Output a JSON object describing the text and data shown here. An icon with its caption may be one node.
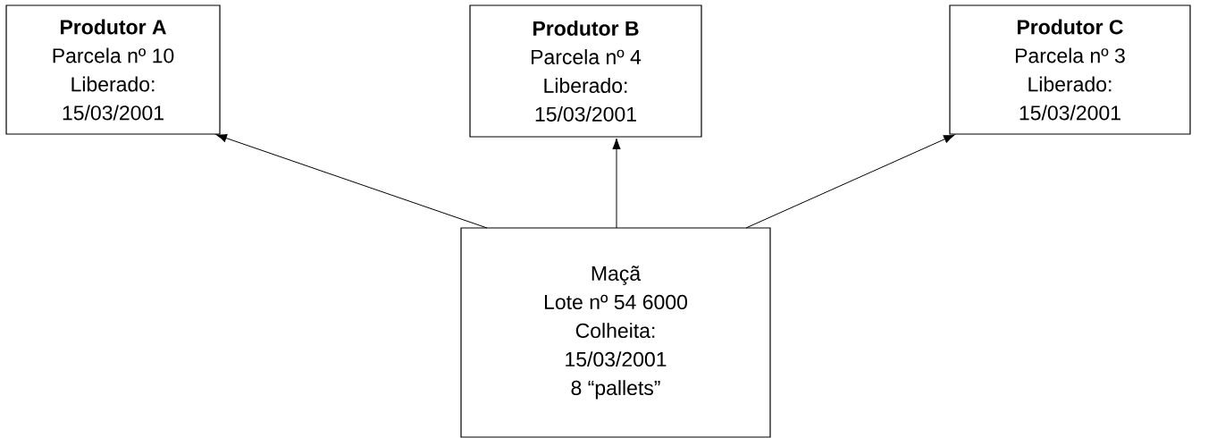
{
  "diagram": {
    "nodes": [
      {
        "text": [
          "Produtor A",
          "Parcela nº 10",
          "Liberado:",
          "15/03/2001"
        ]
      },
      {
        "text": [
          "Produtor B",
          "Parcela nº 4",
          "Liberado:",
          "15/03/2001"
        ]
      },
      {
        "text": [
          "Produtor C",
          "Parcela nº 3",
          "Liberado:",
          "15/03/2001"
        ]
      },
      {
        "text": [
          "Maçã",
          "Lote nº 54 6000",
          "Colheita:",
          "15/03/2001",
          "8 “pallets”"
        ]
      }
    ],
    "edges": [
      {
        "from": 3,
        "to": 0,
        "arrow": "to"
      },
      {
        "from": 3,
        "to": 1,
        "arrow": "to"
      },
      {
        "from": 3,
        "to": 2,
        "arrow": "to"
      }
    ]
  }
}
